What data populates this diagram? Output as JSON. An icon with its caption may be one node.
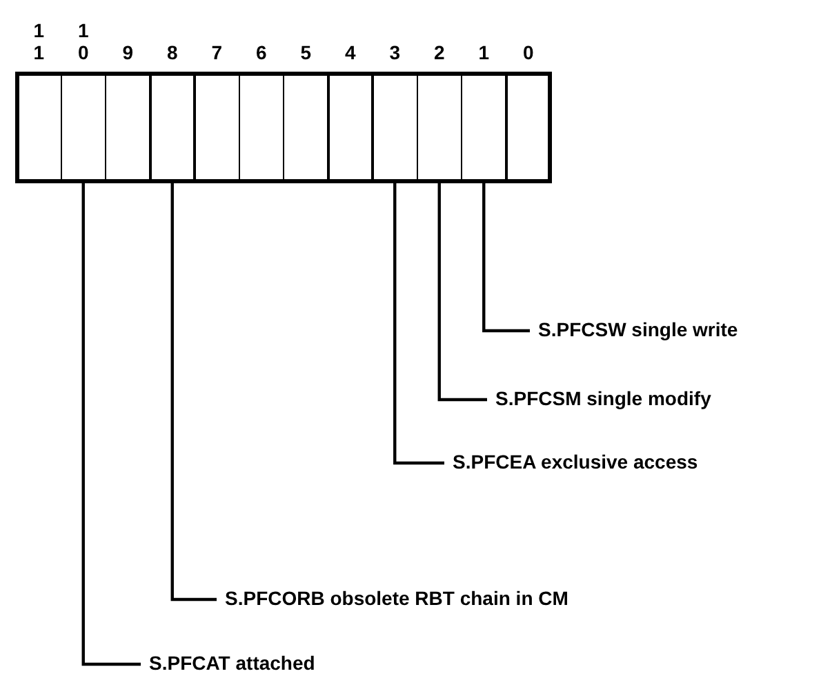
{
  "diagram": {
    "nodes": [
      {
        "text": [
          "11"
        ]
      },
      {
        "text": [
          "10"
        ]
      },
      {
        "text": [
          "9"
        ]
      },
      {
        "text": [
          "8"
        ]
      },
      {
        "text": [
          "7"
        ]
      },
      {
        "text": [
          "6"
        ]
      },
      {
        "text": [
          "5"
        ]
      },
      {
        "text": [
          "4"
        ]
      },
      {
        "text": [
          "3"
        ]
      },
      {
        "text": [
          "2"
        ]
      },
      {
        "text": [
          "1"
        ]
      },
      {
        "text": [
          "0"
        ]
      },
      {
        "text": [
          "S.PFCSW single write"
        ]
      },
      {
        "text": [
          "S.PFCSM single modify"
        ]
      },
      {
        "text": [
          "S.PFCEA exclusive access"
        ]
      },
      {
        "text": [
          "S.PFCORB obsolete RBT chain in CM"
        ]
      },
      {
        "text": [
          "S.PFCAT attached"
        ]
      }
    ],
    "edges": [
      {
        "from": 12,
        "to": 10,
        "arrow": "none"
      },
      {
        "from": 13,
        "to": 9,
        "arrow": "none"
      },
      {
        "from": 14,
        "to": 8,
        "arrow": "none"
      },
      {
        "from": 15,
        "to": 3,
        "arrow": "none"
      },
      {
        "from": 16,
        "to": 1,
        "arrow": "none"
      }
    ]
  }
}
